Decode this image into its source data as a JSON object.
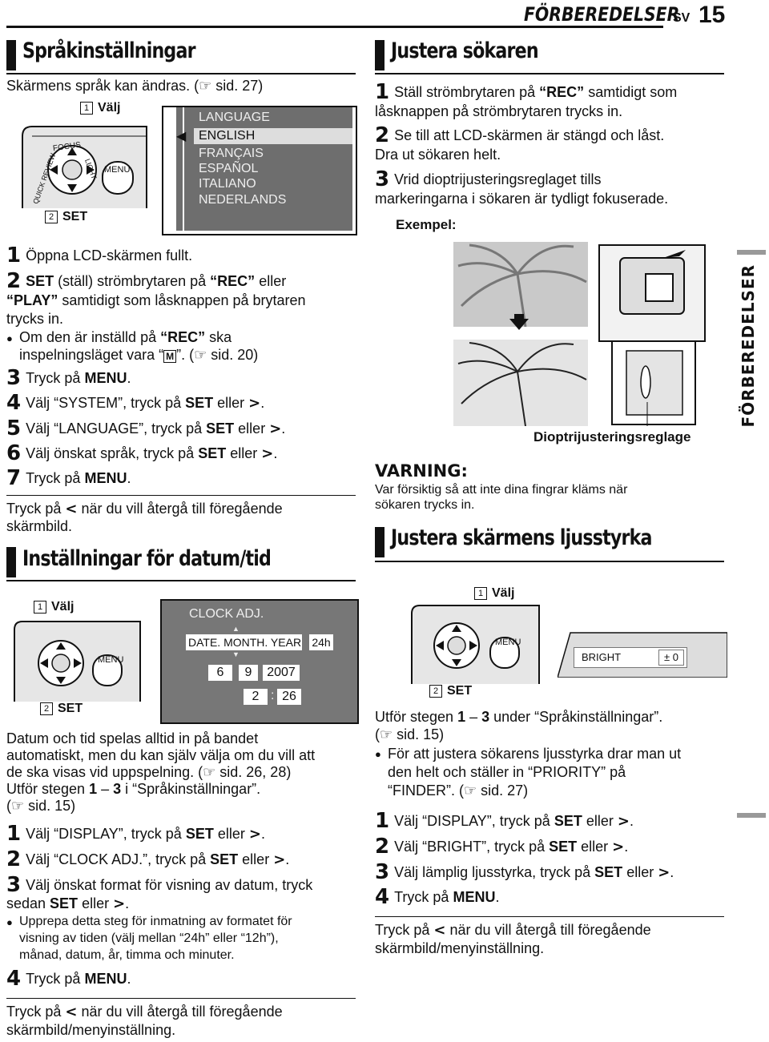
{
  "header": {
    "section": "FÖRBEREDELSER",
    "lang": "SV",
    "page": "15"
  },
  "sidebar_label": "FÖRBEREDELSER",
  "lang_section": {
    "title": "Språkinställningar",
    "intro": "Skärmens språk kan ändras. (☞ sid. 27)",
    "label_select": "Välj",
    "label_set": "SET",
    "cam_labels": {
      "focus": "FOCUS",
      "quick": "QUICK REVIEW",
      "light": "LIGHT",
      "menu": "MENU"
    },
    "screen": {
      "items": [
        "LANGUAGE",
        "ENGLISH",
        "FRANÇAIS",
        "ESPAÑOL",
        "ITALIANO",
        "NEDERLANDS"
      ]
    },
    "steps": [
      {
        "n": "1",
        "text": "Öppna LCD-skärmen fullt."
      },
      {
        "n": "2",
        "l1a": "SET",
        "l1b": " (ställ) strömbrytaren på ",
        "l1c": "“REC”",
        "l1d": " eller",
        "l2a": "“PLAY”",
        "l2b": " samtidigt som låsknappen på brytaren",
        "l3": "trycks in."
      },
      {
        "bullet_a": "Om den är inställd på ",
        "bullet_b": "“REC”",
        "bullet_c": " ska",
        "bullet_2": "inspelningsläget vara “",
        "bullet_3": "”. (☞ sid. 20)",
        "mode_icon": "M"
      },
      {
        "n": "3",
        "a": "Tryck på ",
        "b": "MENU",
        "c": "."
      },
      {
        "n": "4",
        "a": "Välj “SYSTEM”, tryck på ",
        "b": "SET",
        "c": " eller ",
        "d": ">",
        "e": "."
      },
      {
        "n": "5",
        "a": "Välj “LANGUAGE”, tryck på ",
        "b": "SET",
        "c": " eller ",
        "d": ">",
        "e": "."
      },
      {
        "n": "6",
        "a": "Välj önskat språk, tryck på ",
        "b": "SET",
        "c": " eller ",
        "d": ">",
        "e": "."
      },
      {
        "n": "7",
        "a": "Tryck på ",
        "b": "MENU",
        "c": "."
      }
    ],
    "note_a": "Tryck på ",
    "note_b": "<",
    "note_c": " när du vill återgå till föregående",
    "note_2": "skärmbild."
  },
  "date_section": {
    "title": "Inställningar för datum/tid",
    "label_select": "Välj",
    "label_set": "SET",
    "screen": {
      "title": "CLOCK ADJ.",
      "format": "DATE. MONTH. YEAR",
      "hour": "24h",
      "day": "6",
      "month": "9",
      "year": "2007",
      "hh": "2",
      "mm": "26"
    },
    "para": [
      "Datum och tid spelas alltid in på bandet",
      "automatiskt, men du kan själv välja om du vill att",
      "de ska visas vid uppspelning. (☞ sid. 26, 28)",
      "Utför stegen ",
      "1",
      " – ",
      "3",
      " i “Språkinställningar”.",
      "(☞ sid. 15)"
    ],
    "steps": [
      {
        "n": "1",
        "a": "Välj “DISPLAY”, tryck på ",
        "b": "SET",
        "c": " eller ",
        "d": ">",
        "e": "."
      },
      {
        "n": "2",
        "a": "Välj “CLOCK ADJ.”, tryck på ",
        "b": "SET",
        "c": " eller ",
        "d": ">",
        "e": "."
      },
      {
        "n": "3",
        "a": "Välj önskat format för visning av datum, tryck",
        "a2": "sedan ",
        "b": "SET",
        "c": " eller ",
        "d": ">",
        "e": "."
      },
      {
        "n": "4",
        "a": "Tryck på ",
        "b": "MENU",
        "c": "."
      }
    ],
    "bullet": [
      "Upprepa detta steg för inmatning av formatet för",
      "visning av tiden (välj mellan “24h” eller “12h”),",
      "månad, datum, år, timma och minuter."
    ],
    "note_a": "Tryck på ",
    "note_b": "<",
    "note_c": " när du vill återgå till föregående",
    "note_2": "skärmbild/menyinställning."
  },
  "viewfinder_section": {
    "title": "Justera sökaren",
    "steps": [
      {
        "n": "1",
        "a": "Ställ strömbrytaren på ",
        "b": "“REC”",
        "c": " samtidigt som",
        "l2": "låsknappen på strömbrytaren trycks in."
      },
      {
        "n": "2",
        "a": "Se till att LCD-skärmen är stängd och låst.",
        "l2": "Dra ut sökaren helt."
      },
      {
        "n": "3",
        "a": "Vrid dioptrijusteringsreglaget tills",
        "l2": "markeringarna i sökaren är tydligt fokuserade."
      }
    ],
    "example": "Exempel:",
    "diopter_label": "Dioptrijusteringsreglage",
    "warning_title": "VARNING:",
    "warning": [
      "Var försiktig så att inte dina fingrar kläms när",
      "sökaren trycks in."
    ]
  },
  "bright_section": {
    "title": "Justera skärmens ljusstyrka",
    "label_select": "Välj",
    "label_set": "SET",
    "screen": {
      "label": "BRIGHT",
      "value": "± 0"
    },
    "intro_a": "Utför stegen ",
    "intro_b": "1",
    "intro_c": " – ",
    "intro_d": "3",
    "intro_e": " under “Språkinställningar”.",
    "intro_2": "(☞ sid. 15)",
    "bullet": [
      "För att justera sökarens ljusstyrka drar man ut",
      "den helt och ställer in “PRIORITY” på",
      "“FINDER”. (☞ sid. 27)"
    ],
    "steps": [
      {
        "n": "1",
        "a": "Välj “DISPLAY”, tryck på ",
        "b": "SET",
        "c": " eller ",
        "d": ">",
        "e": "."
      },
      {
        "n": "2",
        "a": "Välj “BRIGHT”, tryck på ",
        "b": "SET",
        "c": " eller ",
        "d": ">",
        "e": "."
      },
      {
        "n": "3",
        "a": "Välj lämplig ljusstyrka, tryck på ",
        "b": "SET",
        "c": " eller ",
        "d": ">",
        "e": "."
      },
      {
        "n": "4",
        "a": "Tryck på ",
        "b": "MENU",
        "c": "."
      }
    ],
    "note_a": "Tryck på ",
    "note_b": "<",
    "note_c": " när du vill återgå till föregående",
    "note_2": "skärmbild/menyinställning."
  }
}
